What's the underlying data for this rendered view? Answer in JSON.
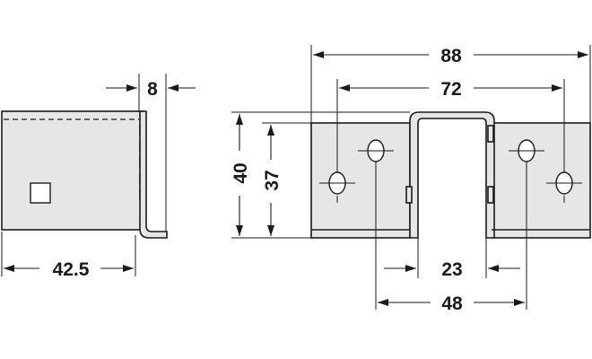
{
  "dimensions": {
    "side_thickness": "8",
    "side_depth": "42.5",
    "front_overall_width": "88",
    "front_hole_spacing_outer": "72",
    "front_height_total": "40",
    "front_height_plate": "37",
    "front_channel_inner": "23",
    "front_hole_spacing_inner": "48"
  },
  "colors": {
    "part_fill": "#e6e6e6",
    "line": "#1a1a1a",
    "background": "#ffffff"
  }
}
